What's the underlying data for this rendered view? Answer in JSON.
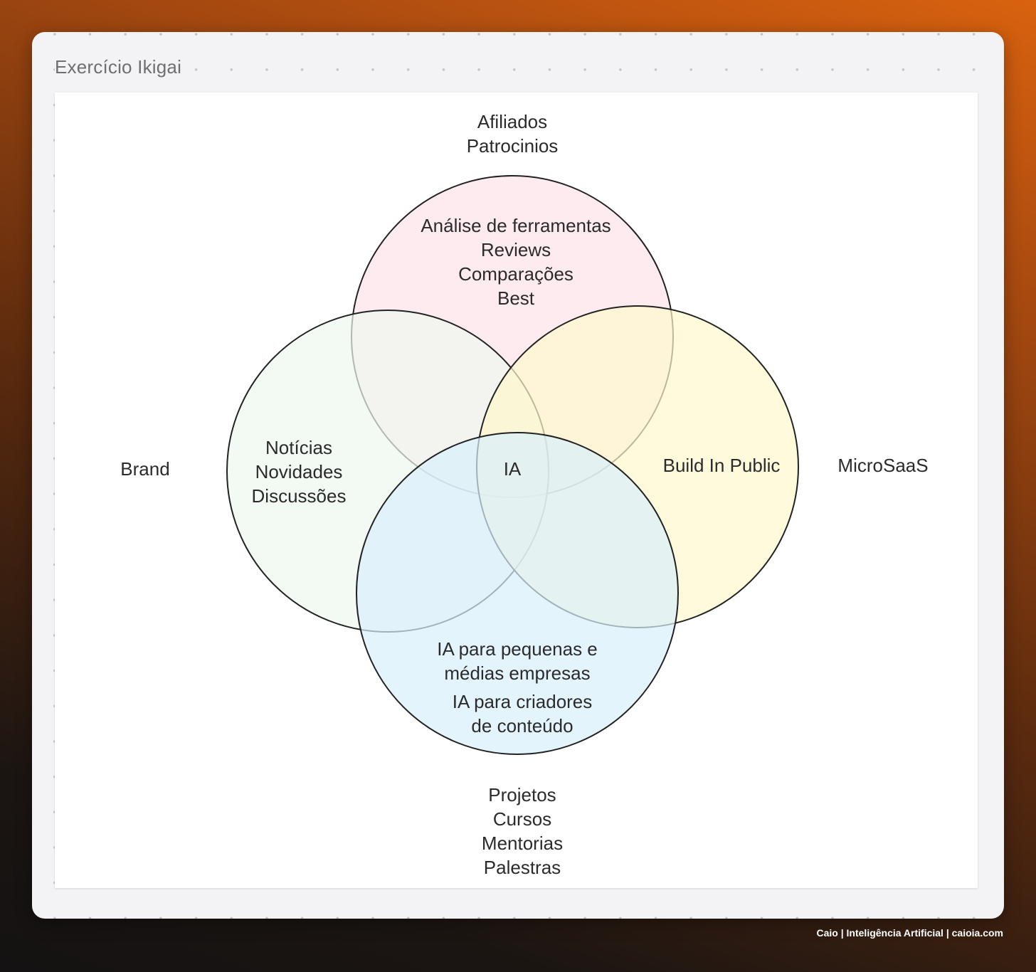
{
  "frame": {
    "title": "Exercício Ikigai"
  },
  "diagram": {
    "center_label": "IA",
    "circles": [
      {
        "id": "top",
        "fill": "#fde3ea",
        "stroke": "#222222"
      },
      {
        "id": "left",
        "fill": "#eef6ee",
        "stroke": "#222222"
      },
      {
        "id": "right",
        "fill": "#fdf8cc",
        "stroke": "#222222"
      },
      {
        "id": "bottom",
        "fill": "#d8effc",
        "stroke": "#222222"
      }
    ],
    "inner_labels": {
      "top": [
        "Análise de ferramentas",
        "Reviews",
        "Comparações",
        "Best"
      ],
      "left": [
        "Notícias",
        "Novidades",
        "Discussões"
      ],
      "right": [
        "Build In Public"
      ],
      "bottom_a": [
        "IA para pequenas e",
        "médias empresas"
      ],
      "bottom_b": [
        "IA para criadores",
        "de conteúdo"
      ]
    },
    "outer_labels": {
      "top": [
        "Afiliados",
        "Patrocinios"
      ],
      "left": [
        "Brand"
      ],
      "right": [
        "MicroSaaS"
      ],
      "bottom": [
        "Projetos",
        "Cursos",
        "Mentorias",
        "Palestras"
      ]
    }
  },
  "footer": {
    "watermark": "Caio | Inteligência Artificial | caioia.com"
  }
}
